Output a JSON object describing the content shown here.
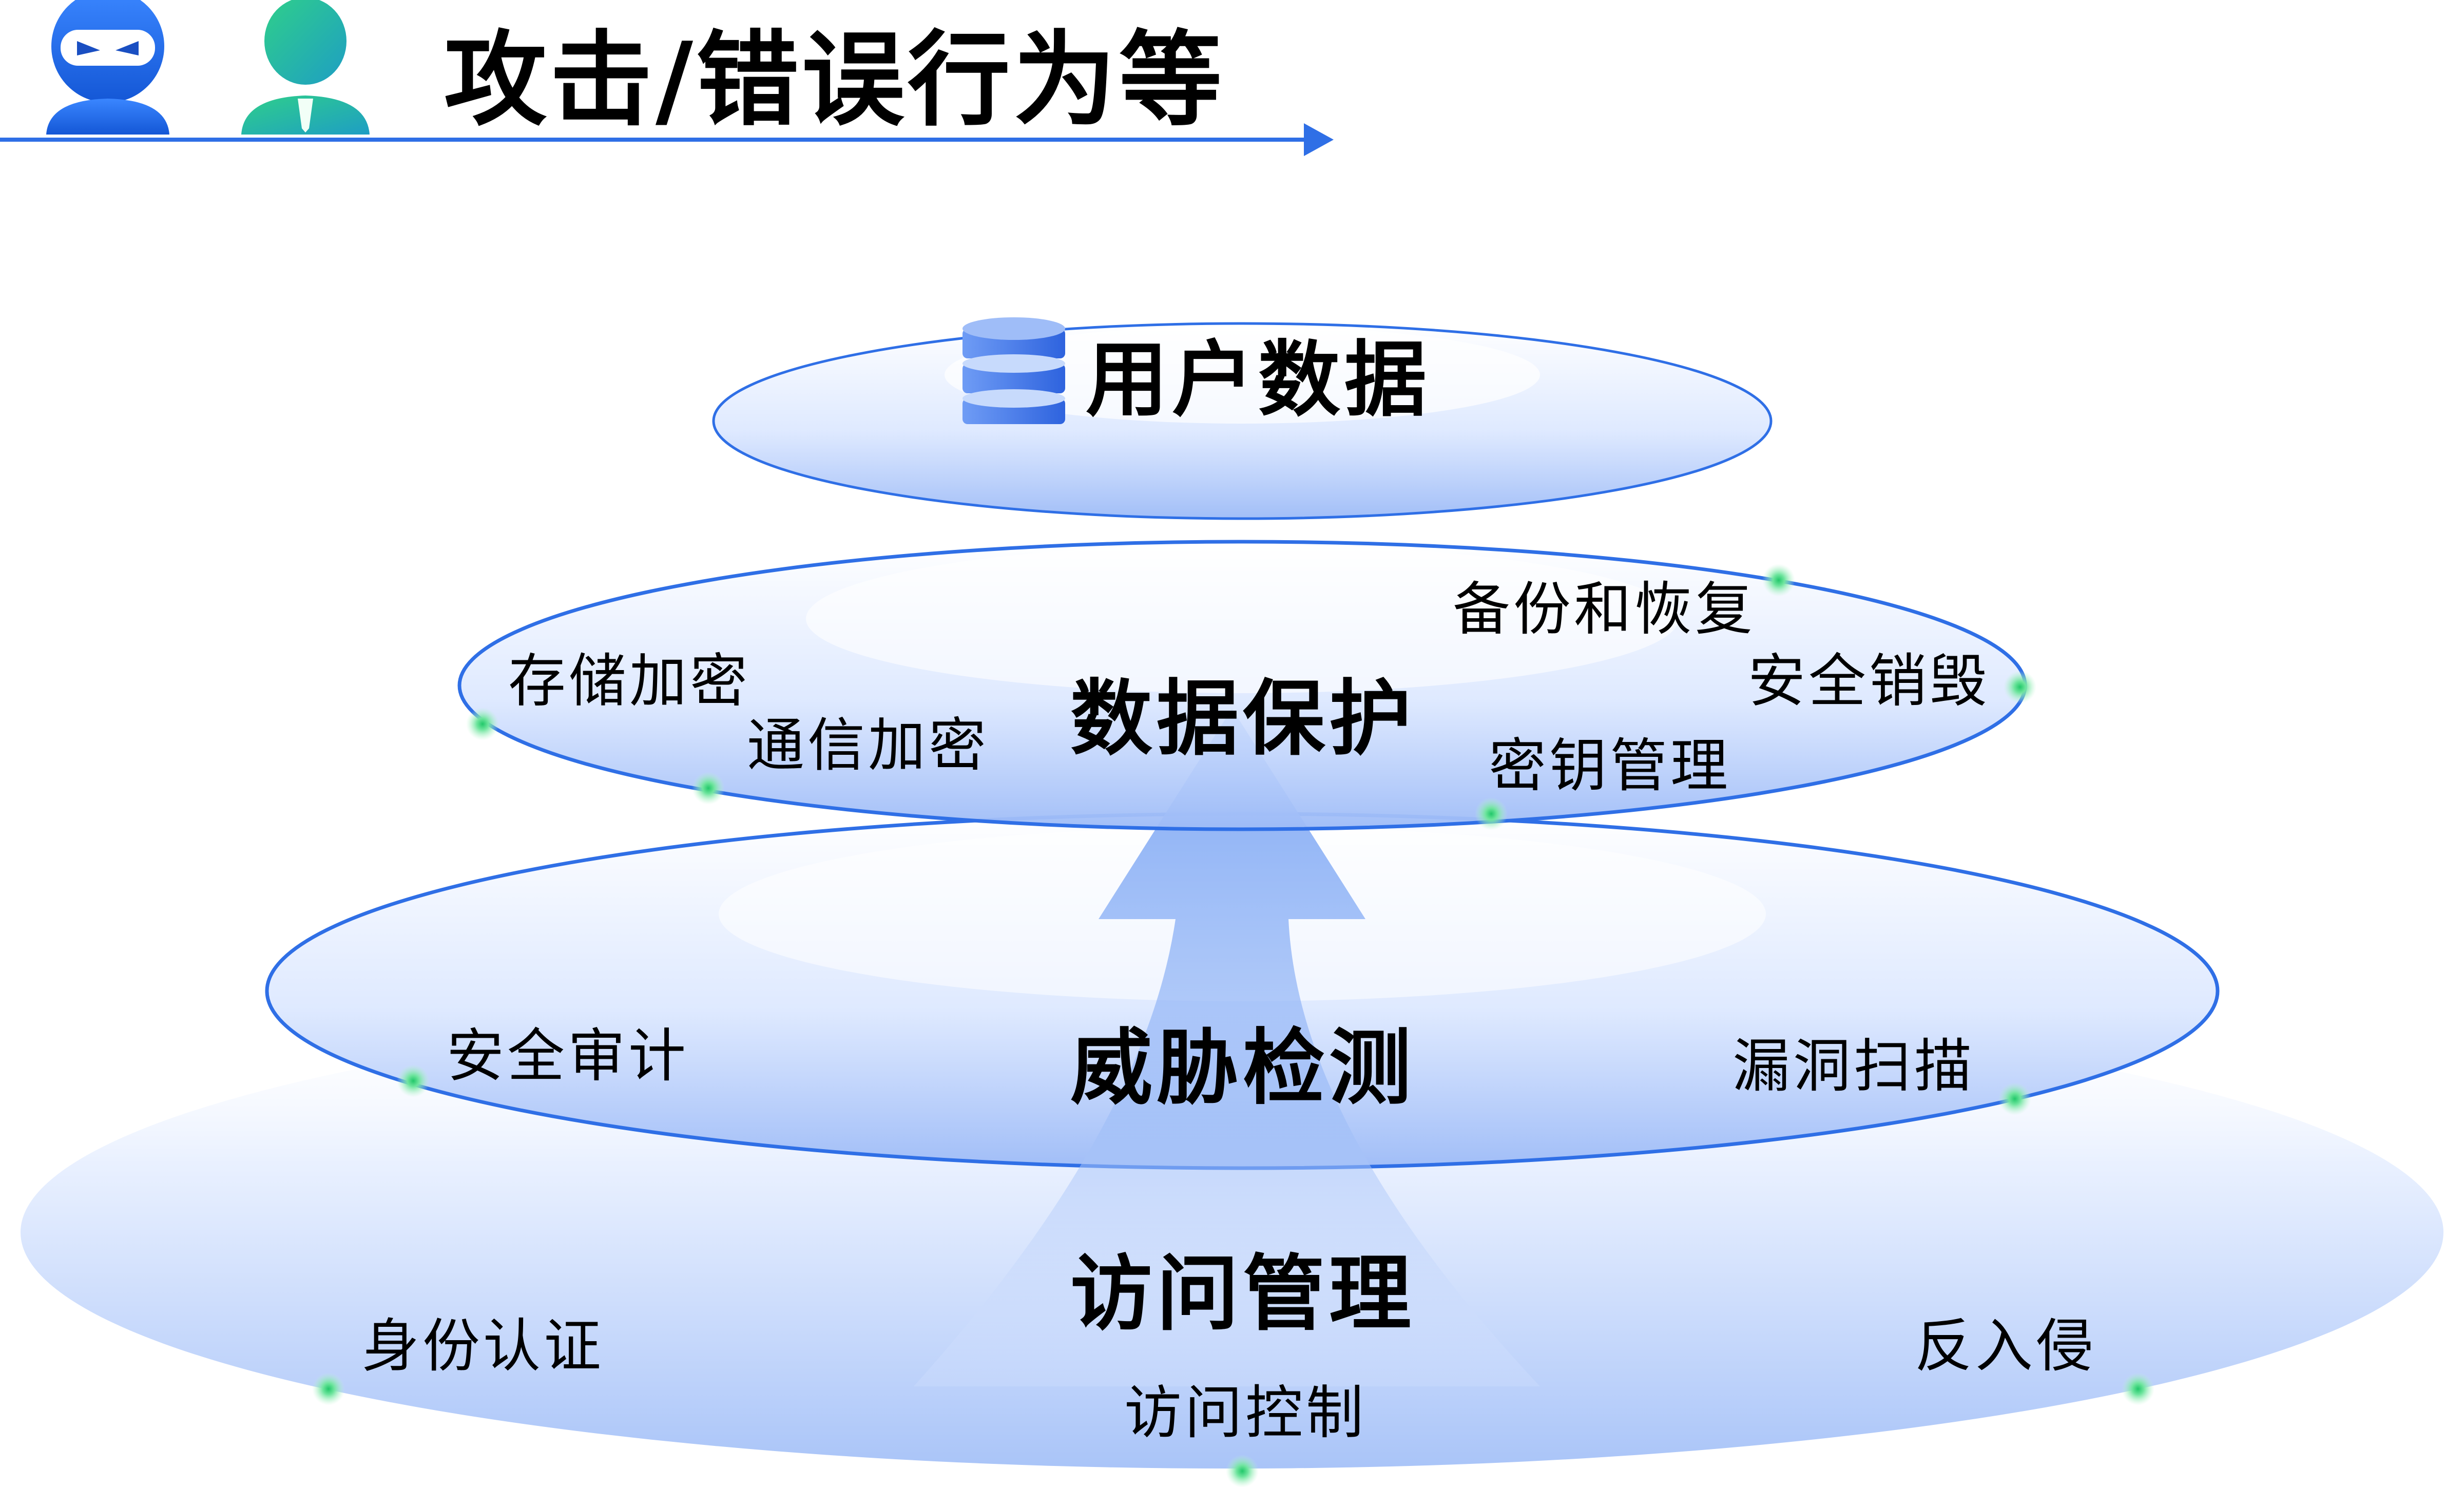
{
  "header": {
    "title": "攻击/错误行为等",
    "icons": [
      "hacker-avatar-icon",
      "business-person-icon"
    ]
  },
  "top": {
    "icon": "database-icon",
    "title": "用户数据"
  },
  "layers": {
    "data_protection": {
      "title": "数据保护",
      "items": [
        "存储加密",
        "通信加密",
        "备份和恢复",
        "安全销毁",
        "密钥管理"
      ]
    },
    "threat_detection": {
      "title": "威胁检测",
      "items": [
        "安全审计",
        "漏洞扫描"
      ]
    },
    "access_management": {
      "title": "访问管理",
      "items": [
        "身份认证",
        "访问控制",
        "反入侵"
      ]
    }
  },
  "colors": {
    "primary_blue": "#1f5fe0",
    "green": "#1fbe73",
    "text_dark": "#1a1e2c",
    "ring_stroke": "#2f6fe6",
    "dot_green": "#3ddc84"
  }
}
